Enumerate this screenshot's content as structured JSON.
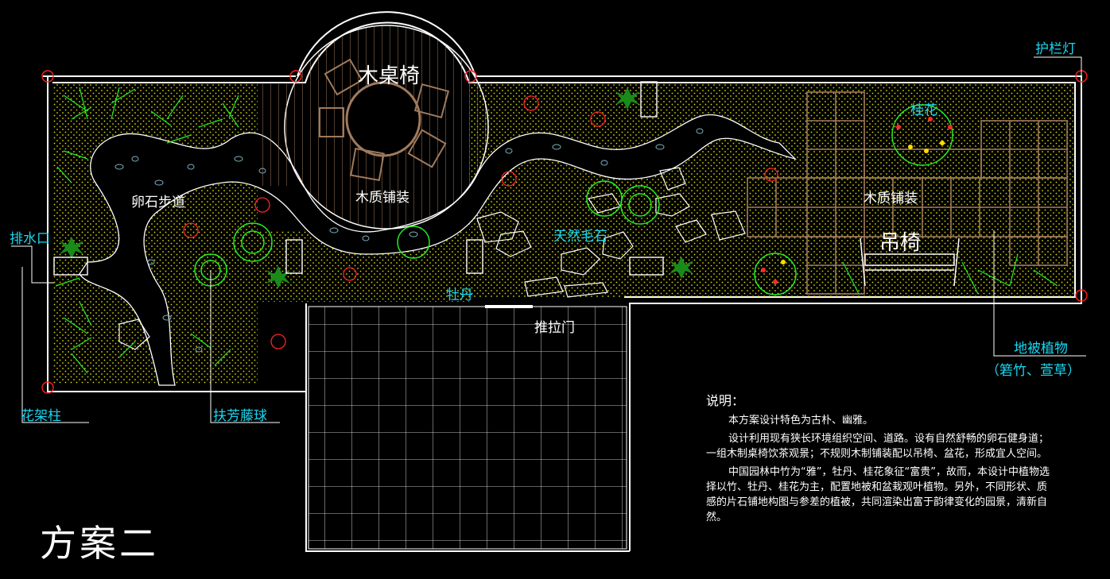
{
  "labels": {
    "table_chairs": "木桌椅",
    "wood_paving_1": "木质铺装",
    "wood_paving_2": "木质铺装",
    "pebble_path": "卵石步道",
    "natural_stone": "天然毛石",
    "peony": "牡丹",
    "sliding_door": "推拉门",
    "hanging_chair": "吊椅",
    "osmanthus": "桂花",
    "drain": "排水口",
    "trellis_post": "花架柱",
    "hibiscus_vine": "扶芳藤球",
    "rail_lamp": "护栏灯",
    "groundcover": "地被植物",
    "groundcover_detail": "（箬竹、萱草）"
  },
  "notes": {
    "title": "说明：",
    "p1": "本方案设计特色为古朴、幽雅。",
    "p2": "设计利用现有狭长环境组织空间、道路。设有自然舒畅的卵石健身道；一组木制桌椅饮茶观景；不规则木制铺装配以吊椅、盆花，形成宜人空间。",
    "p3": "中国园林中竹为“雅”，牡丹、桂花象征“富贵”，故而，本设计中植物选择以竹、牡丹、桂花为主，配置地被和盆栽观叶植物。另外，不同形状、质感的片石铺地构图与参差的植被，共同渲染出富于韵律变化的园景，清新自然。"
  },
  "scheme_title": "方案二",
  "colors": {
    "background": "#000000",
    "outline": "#ffffff",
    "label_cyan": "#19d6f0",
    "wood": "#a07a5c",
    "plant_green": "#22ee22",
    "flower_red": "#ff2222",
    "groundcover_yellow": "#d8d800",
    "lamp_red": "#ff2020"
  }
}
